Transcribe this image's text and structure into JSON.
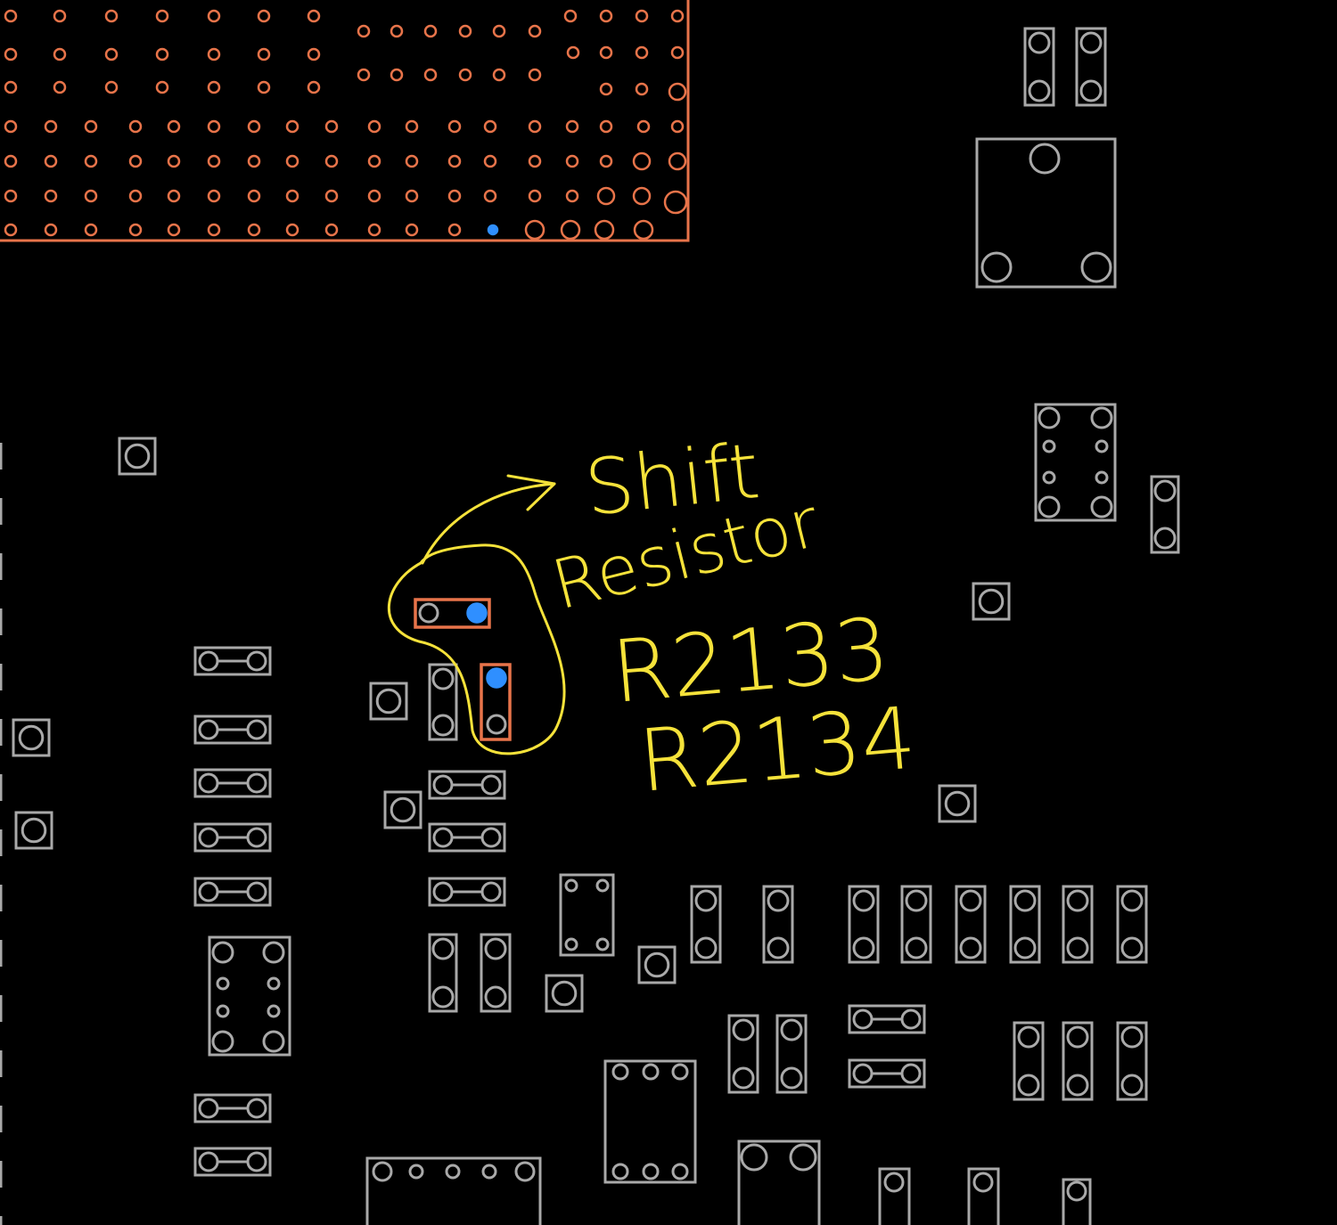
{
  "annotation": {
    "lines": [
      "Shift",
      "Resistor",
      "R2133",
      "R2134"
    ],
    "color": "#f5e23a"
  },
  "colors": {
    "background": "#000000",
    "footprint": "#a9a9a9",
    "highlight": "#e8744a",
    "via_selected": "#2f8fff"
  },
  "highlighted_components": [
    "R2133",
    "R2134"
  ]
}
